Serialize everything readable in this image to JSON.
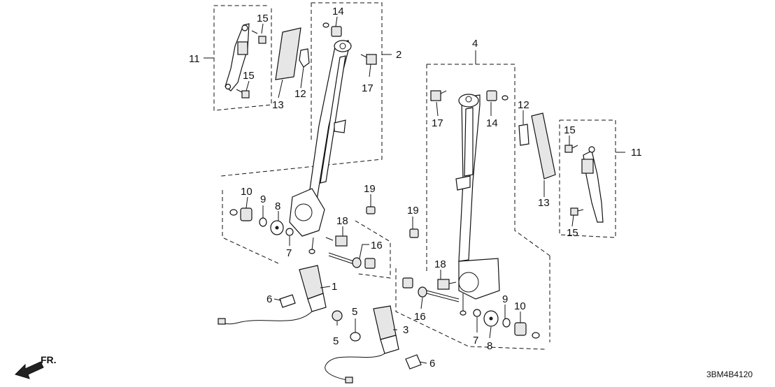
{
  "diagram": {
    "code": "3BM4B4120",
    "direction_label": "FR.",
    "callouts": [
      {
        "id": "c14a",
        "text": "14"
      },
      {
        "id": "c15a",
        "text": "15"
      },
      {
        "id": "c11a",
        "text": "11"
      },
      {
        "id": "c15b",
        "text": "15"
      },
      {
        "id": "c13a",
        "text": "13"
      },
      {
        "id": "c12a",
        "text": "12"
      },
      {
        "id": "c2",
        "text": "2"
      },
      {
        "id": "c17a",
        "text": "17"
      },
      {
        "id": "c4",
        "text": "4"
      },
      {
        "id": "c17b",
        "text": "17"
      },
      {
        "id": "c14b",
        "text": "14"
      },
      {
        "id": "c12b",
        "text": "12"
      },
      {
        "id": "c15c",
        "text": "15"
      },
      {
        "id": "c11b",
        "text": "11"
      },
      {
        "id": "c13b",
        "text": "13"
      },
      {
        "id": "c15d",
        "text": "15"
      },
      {
        "id": "c10a",
        "text": "10"
      },
      {
        "id": "c9a",
        "text": "9"
      },
      {
        "id": "c8a",
        "text": "8"
      },
      {
        "id": "c7a",
        "text": "7"
      },
      {
        "id": "c19a",
        "text": "19"
      },
      {
        "id": "c18a",
        "text": "18"
      },
      {
        "id": "c16a",
        "text": "16"
      },
      {
        "id": "c19b",
        "text": "19"
      },
      {
        "id": "c18b",
        "text": "18"
      },
      {
        "id": "c16b",
        "text": "16"
      },
      {
        "id": "c9b",
        "text": "9"
      },
      {
        "id": "c10b",
        "text": "10"
      },
      {
        "id": "c7b",
        "text": "7"
      },
      {
        "id": "c8b",
        "text": "8"
      },
      {
        "id": "c1",
        "text": "1"
      },
      {
        "id": "c6a",
        "text": "6"
      },
      {
        "id": "c5a",
        "text": "5"
      },
      {
        "id": "c5b",
        "text": "5"
      },
      {
        "id": "c3",
        "text": "3"
      },
      {
        "id": "c6b",
        "text": "6"
      }
    ]
  }
}
